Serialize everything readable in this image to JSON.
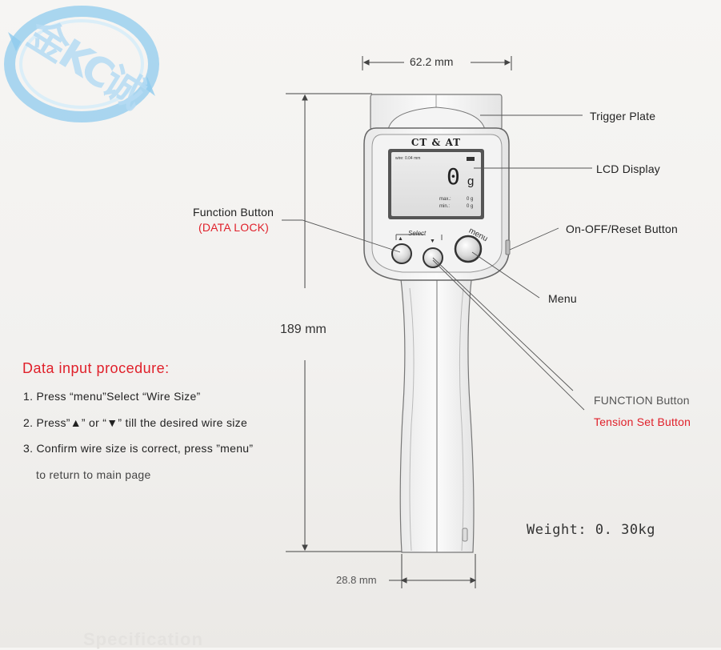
{
  "logo": {
    "text": "金KC诚",
    "colors": {
      "ring": "#7fc4ea",
      "letters": "#bfe3f7",
      "accent": "#e8463d"
    }
  },
  "dimensions": {
    "width_top": "62.2 mm",
    "height": "189 mm",
    "width_bottom": "28.8 mm"
  },
  "device": {
    "brand": "CT & AT",
    "lcd": {
      "wire": "wire: 0.04 mm",
      "reading": "0",
      "unit": "g",
      "max_label": "max.:",
      "max_value": "0 g",
      "min_label": "min.:",
      "min_value": "0 g"
    },
    "select_label": "Select",
    "up_glyph": "▲",
    "down_glyph": "▼",
    "menu_label": "menu"
  },
  "callouts": {
    "trigger_plate": "Trigger Plate",
    "lcd_display": "LCD  Display",
    "function_button": "Function  Button",
    "data_lock": "(DATA  LOCK)",
    "on_off_reset": "On-OFF/Reset Button",
    "menu": "Menu",
    "function_button_2": "FUNCTION Button",
    "tension_set": "Tension  Set  Button"
  },
  "procedure": {
    "title": "Data input procedure:",
    "steps": [
      "1. Press “menu”Select “Wire Size”",
      "2. Press”▲” or “▼” till the desired wire size",
      "3. Confirm wire size is correct, press ”menu”",
      "to return to main page"
    ]
  },
  "weight": "Weight: 0. 30kg",
  "faded_footer": "Specification"
}
